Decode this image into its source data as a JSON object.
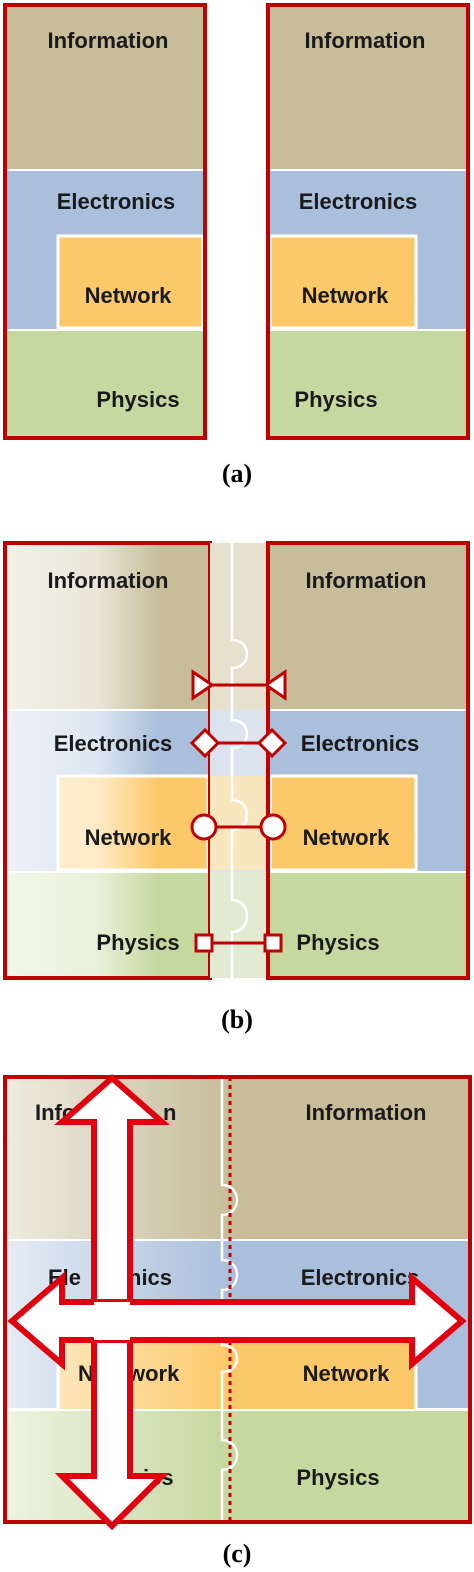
{
  "layers": {
    "information": "Information",
    "electronics": "Electronics",
    "network": "Network",
    "physics": "Physics"
  },
  "captions": {
    "a": "(a)",
    "b": "(b)",
    "c": "(c)"
  },
  "partial_labels": {
    "information_left": "Info",
    "information_right": "n",
    "electronics_left": "Ele",
    "electronics_right": "nics",
    "network_left": "N",
    "network_right": "work",
    "physics_right": "ics"
  },
  "colors": {
    "information": "#c7bd9a",
    "electronics": "#a9bfdb",
    "network": "#fcc96a",
    "physics": "#c5d89f",
    "frame": "#c00000",
    "line": "#d42020"
  }
}
